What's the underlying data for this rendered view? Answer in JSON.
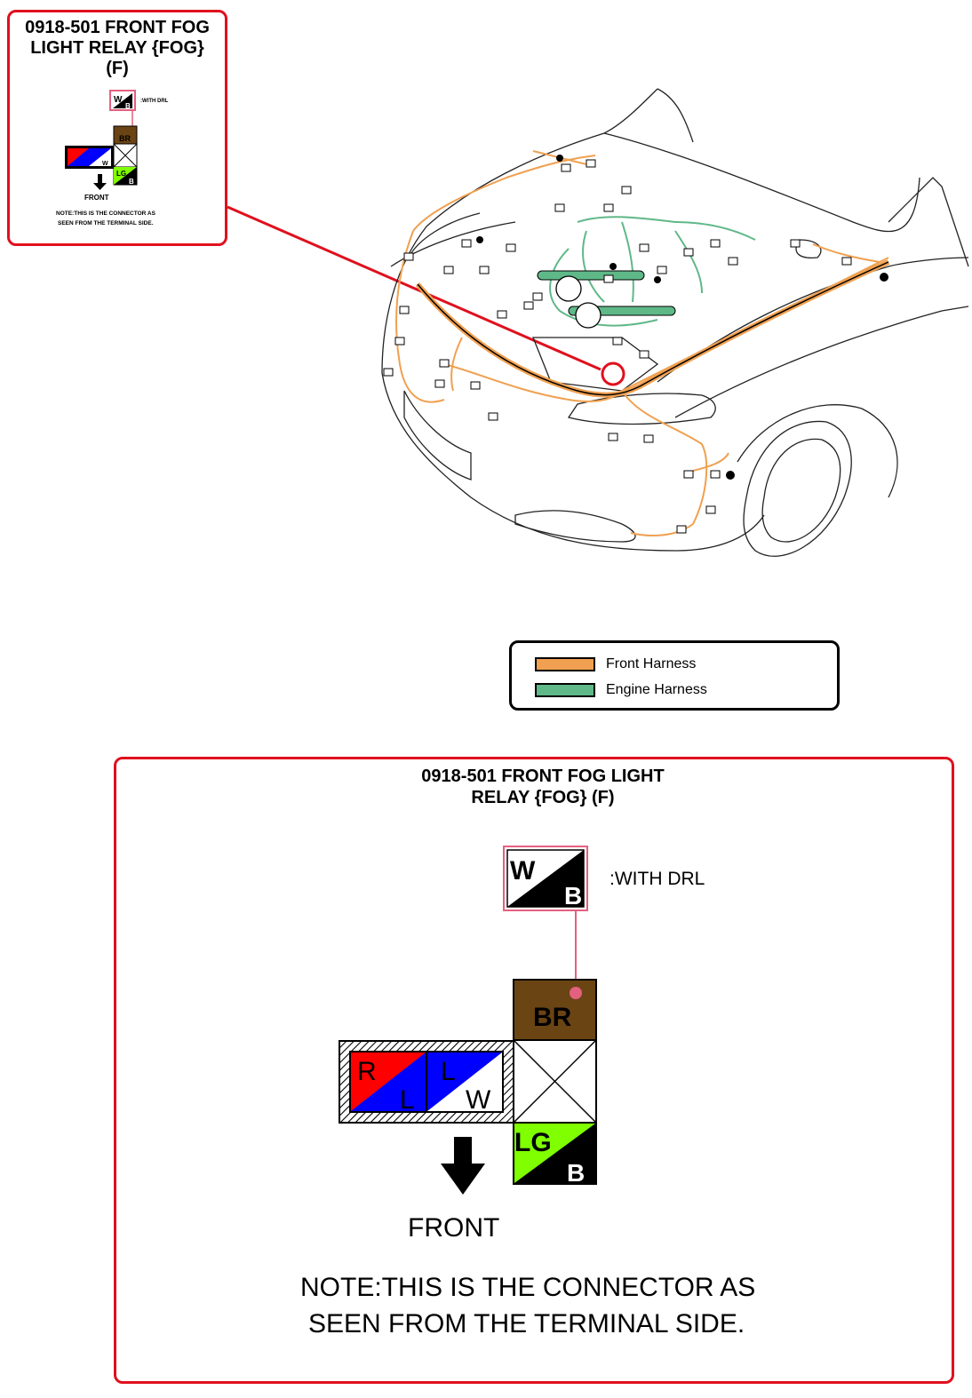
{
  "colors": {
    "front_harness": "#f0a050",
    "engine_harness": "#5fb888",
    "outline_red": "#e0101e",
    "pink": "#e4607f",
    "brown": "#6b4414",
    "red": "#ff0000",
    "blue": "#0000ff",
    "light_green": "#7fff00",
    "black": "#000000"
  },
  "callout": {
    "title": "0918-501 FRONT FOG LIGHT RELAY {FOG} (F)",
    "title_lines": [
      "0918-501 FRONT FOG",
      "LIGHT RELAY {FOG}",
      "(F)"
    ],
    "with_drl": ":WITH DRL",
    "front": "FRONT",
    "note_lines": [
      "NOTE:THIS IS THE CONNECTOR AS",
      "SEEN FROM THE TERMINAL SIDE."
    ]
  },
  "legend": {
    "items": [
      {
        "label": "Front Harness",
        "color": "#f0a050",
        "icon": "front-harness-swatch"
      },
      {
        "label": "Engine Harness",
        "color": "#5fb888",
        "icon": "engine-harness-swatch"
      }
    ]
  },
  "detail": {
    "title_lines": [
      "0918-501 FRONT FOG LIGHT",
      "RELAY {FOG} (F)"
    ],
    "with_drl": ":WITH DRL",
    "drl_wire": {
      "top": "W",
      "bottom": "B"
    },
    "terminals": {
      "br": "BR",
      "rl": {
        "top": "R",
        "bottom": "L"
      },
      "lw": {
        "top": "L",
        "bottom": "W"
      },
      "lgb": {
        "top": "LG",
        "bottom": "B"
      }
    },
    "front": "FRONT",
    "note_lines": [
      "NOTE:THIS IS THE CONNECTOR AS",
      "SEEN FROM THE TERMINAL SIDE."
    ]
  }
}
